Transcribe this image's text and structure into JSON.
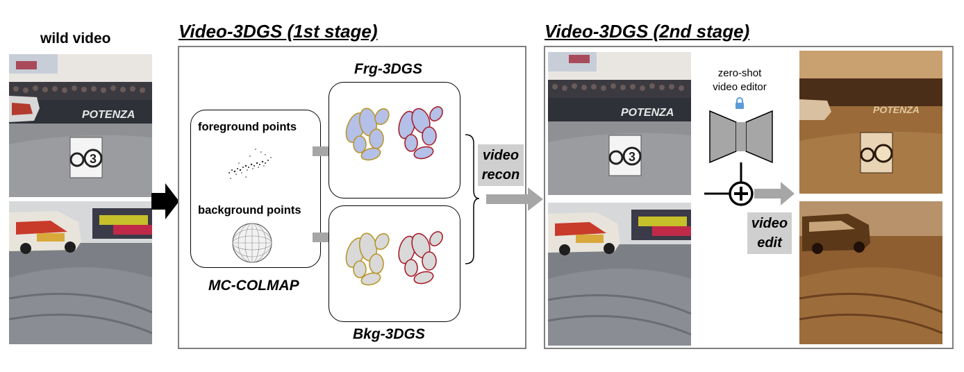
{
  "input": {
    "title": "wild video"
  },
  "stage1": {
    "title": "Video-3DGS (1st stage)",
    "colmap": {
      "foreground_label": "foreground points",
      "background_label": "background points",
      "caption": "MC-COLMAP"
    },
    "frg_title": "Frg-3DGS",
    "bkg_title": "Bkg-3DGS",
    "recon_label_line1": "video",
    "recon_label_line2": "recon"
  },
  "stage2": {
    "title": "Video-3DGS (2nd stage)",
    "editor_line1": "zero-shot",
    "editor_line2": "video editor",
    "edit_label_line1": "video",
    "edit_label_line2": "edit"
  },
  "colors": {
    "frame_gray": "#7f7f7f",
    "arrow_gray": "#a6a6a6",
    "gaussian_blue_fill": "#b4c0e8",
    "gaussian_gold_stroke": "#b8952a",
    "gaussian_red_stroke": "#a81e2a",
    "gaussian_gray_fill": "#d9d9d9",
    "sepia": "#8a5a2b",
    "lock_blue": "#5b9bd5"
  }
}
